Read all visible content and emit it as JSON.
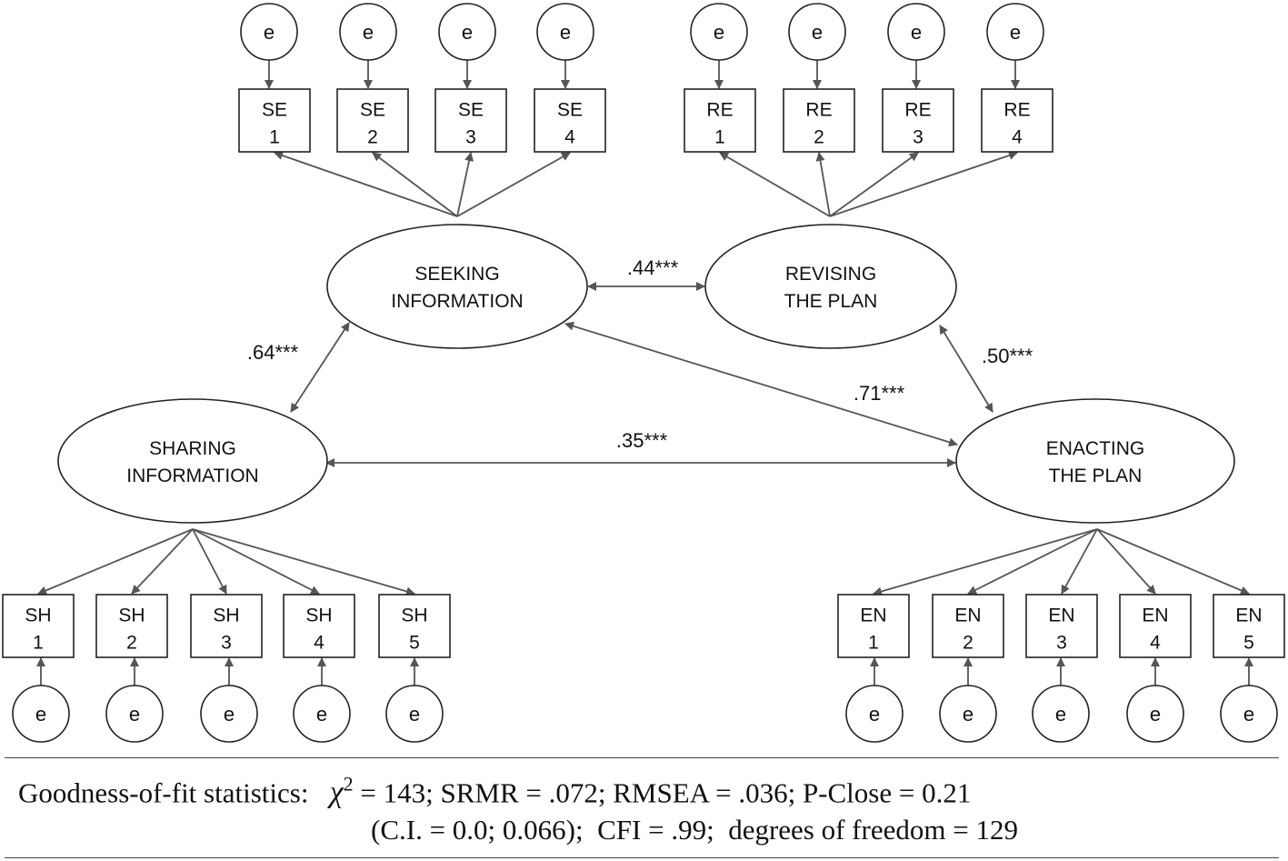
{
  "latents": [
    {
      "id": "SE",
      "line1": "SEEKING",
      "line2": "INFORMATION"
    },
    {
      "id": "RE",
      "line1": "REVISING",
      "line2": "THE PLAN"
    },
    {
      "id": "SH",
      "line1": "SHARING",
      "line2": "INFORMATION"
    },
    {
      "id": "EN",
      "line1": "ENACTING",
      "line2": "THE PLAN"
    }
  ],
  "indicators": {
    "SE": [
      [
        "SE",
        "1"
      ],
      [
        "SE",
        "2"
      ],
      [
        "SE",
        "3"
      ],
      [
        "SE",
        "4"
      ]
    ],
    "RE": [
      [
        "RE",
        "1"
      ],
      [
        "RE",
        "2"
      ],
      [
        "RE",
        "3"
      ],
      [
        "RE",
        "4"
      ]
    ],
    "SH": [
      [
        "SH",
        "1"
      ],
      [
        "SH",
        "2"
      ],
      [
        "SH",
        "3"
      ],
      [
        "SH",
        "4"
      ],
      [
        "SH",
        "5"
      ]
    ],
    "EN": [
      [
        "EN",
        "1"
      ],
      [
        "EN",
        "2"
      ],
      [
        "EN",
        "3"
      ],
      [
        "EN",
        "4"
      ],
      [
        "EN",
        "5"
      ]
    ]
  },
  "error_label": "e",
  "correlations": [
    {
      "from": "SE",
      "to": "RE",
      "label": ".44***"
    },
    {
      "from": "SE",
      "to": "SH",
      "label": ".64***"
    },
    {
      "from": "RE",
      "to": "EN",
      "label": ".50***"
    },
    {
      "from": "SE",
      "to": "EN",
      "label": ".71***"
    },
    {
      "from": "SH",
      "to": "EN",
      "label": ".35***"
    }
  ],
  "fit": {
    "prefix": "Goodness-of-fit statistics:",
    "chi_symbol": "χ",
    "chi_sup": "2",
    "line1_rest": " = 143; SRMR = .072; RMSEA = .036; P-Close = 0.21",
    "line2": "(C.I. = 0.0; 0.066);  CFI = .99;  degrees of freedom = 129"
  }
}
